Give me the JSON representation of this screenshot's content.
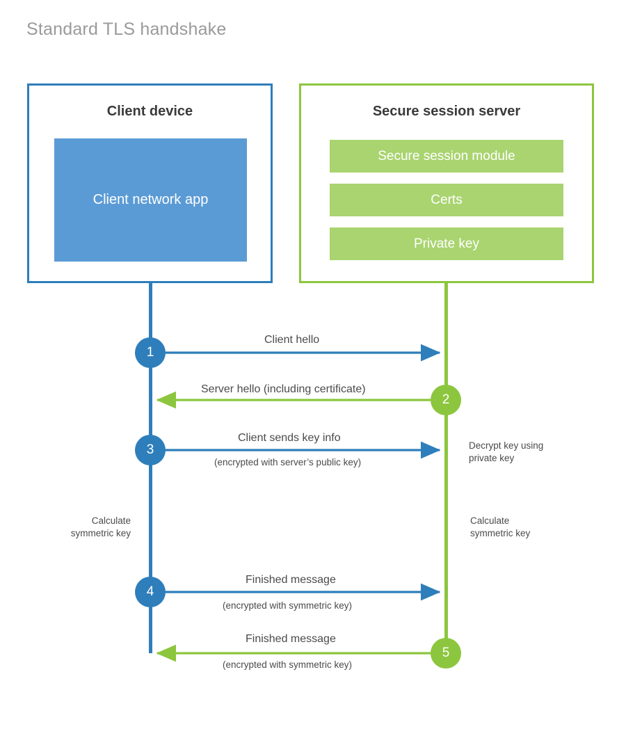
{
  "title": "Standard TLS handshake",
  "colors": {
    "client_accent": "#2e7ebb",
    "client_fill": "#5b9bd5",
    "server_accent": "#8cc63e",
    "server_fill": "#a9d46f",
    "text": "#4a4a4a",
    "title_text": "#9a9a9a",
    "background": "#ffffff"
  },
  "client": {
    "title": "Client device",
    "block": "Client network app"
  },
  "server": {
    "title": "Secure session server",
    "blocks": [
      "Secure session module",
      "Certs",
      "Private key"
    ]
  },
  "steps": [
    {
      "number": "1",
      "origin": "client",
      "direction": "client-to-server",
      "label": "Client hello",
      "sublabel": ""
    },
    {
      "number": "2",
      "origin": "server",
      "direction": "server-to-client",
      "label": "Server hello (including certificate)",
      "sublabel": ""
    },
    {
      "number": "3",
      "origin": "client",
      "direction": "client-to-server",
      "label": "Client sends key info",
      "sublabel": "(encrypted with server’s public key)"
    },
    {
      "number": "4",
      "origin": "client",
      "direction": "client-to-server",
      "label": "Finished message",
      "sublabel": "(encrypted with symmetric key)"
    },
    {
      "number": "5",
      "origin": "server",
      "direction": "server-to-client",
      "label": "Finished message",
      "sublabel": "(encrypted with symmetric key)"
    }
  ],
  "notes": {
    "decrypt": "Decrypt key using\nprivate key",
    "decrypt_line1": "Decrypt key using",
    "decrypt_line2": "private key",
    "client_calc_line1": "Calculate",
    "client_calc_line2": "symmetric key",
    "server_calc_line1": "Calculate",
    "server_calc_line2": "symmetric key"
  }
}
